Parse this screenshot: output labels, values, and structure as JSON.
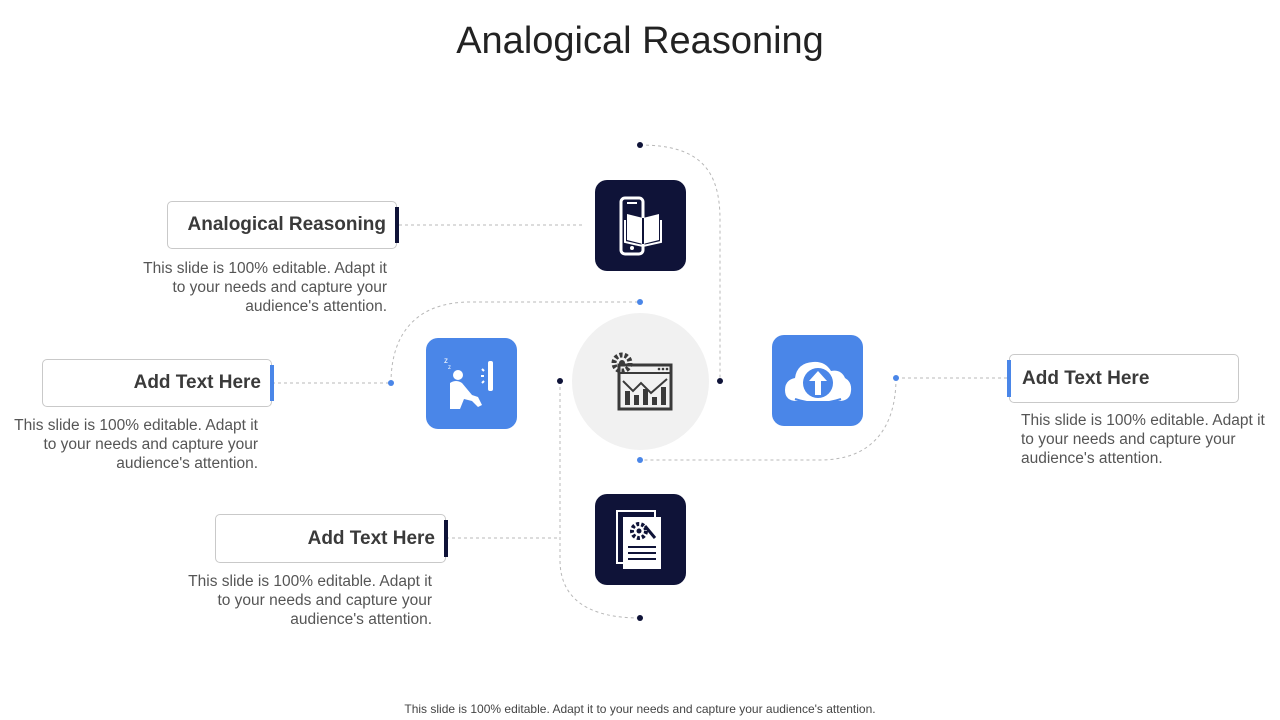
{
  "title": "Analogical Reasoning",
  "items": [
    {
      "heading": "Analogical Reasoning",
      "text": "This slide is 100% editable. Adapt it to your needs and capture your audience's attention.",
      "icon": "mobile-book-icon"
    },
    {
      "heading": "Add Text Here",
      "text": "This slide is 100% editable. Adapt it to your needs and capture your audience's attention.",
      "icon": "person-thinking-icon"
    },
    {
      "heading": "Add Text Here",
      "text": "This slide is 100% editable. Adapt it to your needs and capture your audience's attention.",
      "icon": "document-settings-icon"
    },
    {
      "heading": "Add Text Here",
      "text": "This slide is 100% editable. Adapt it to your needs and capture your audience's attention.",
      "icon": "cloud-upload-icon"
    }
  ],
  "hub_icon": "analytics-dashboard-icon",
  "footer": "This slide is 100% editable. Adapt it to your needs and capture your audience's attention.",
  "colors": {
    "dark": "#0f1338",
    "accent": "#4a86e8",
    "hub": "#f1f1f1"
  }
}
